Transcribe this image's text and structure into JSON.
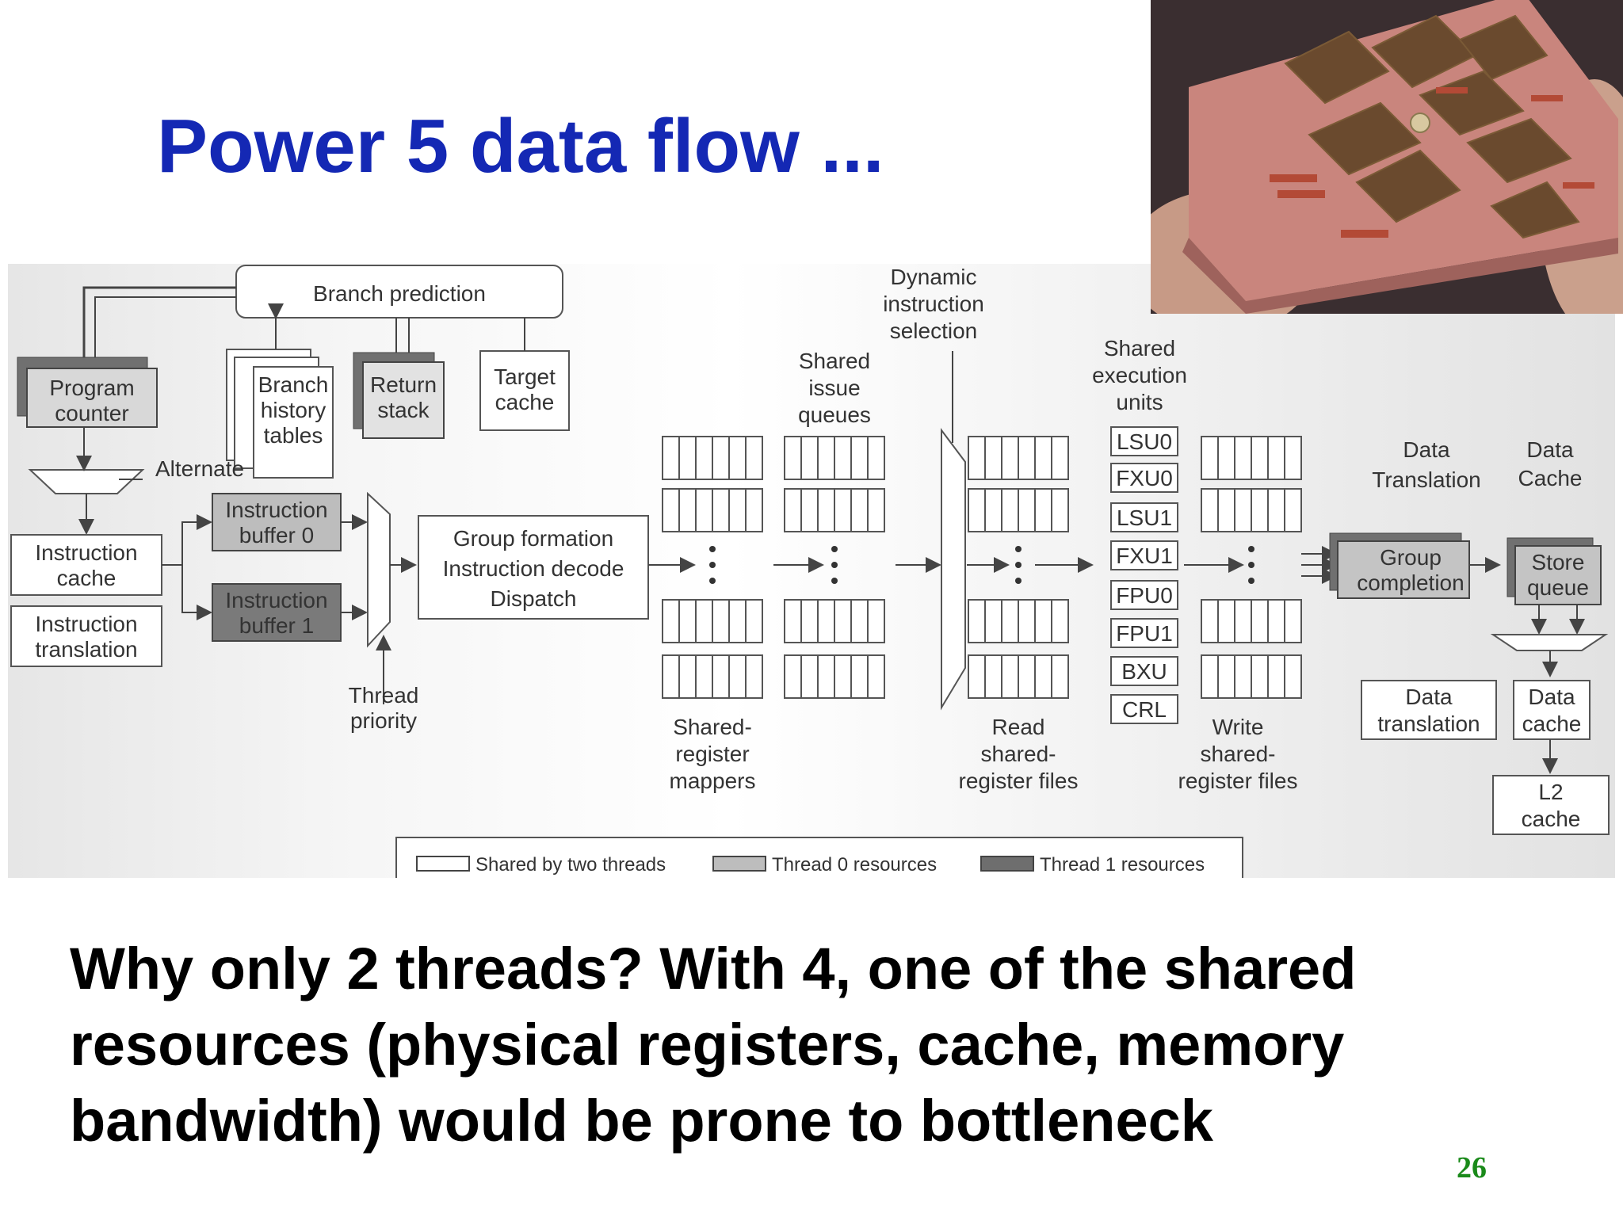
{
  "slide": {
    "title": "Power 5 data flow ...",
    "body": "Why only 2 threads? With 4, one of the shared resources (physical registers, cache, memory bandwidth) would be prone to bottleneck",
    "page_number": "26"
  },
  "diagram": {
    "branch_prediction": "Branch prediction",
    "program_counter": [
      "Program",
      "counter"
    ],
    "branch_history_tables": [
      "Branch",
      "history",
      "tables"
    ],
    "return_stack": [
      "Return",
      "stack"
    ],
    "target_cache": [
      "Target",
      "cache"
    ],
    "alternate": "Alternate",
    "instruction_cache": [
      "Instruction",
      "cache"
    ],
    "instruction_translation": [
      "Instruction",
      "translation"
    ],
    "instruction_buffer_0": [
      "Instruction",
      "buffer 0"
    ],
    "instruction_buffer_1": [
      "Instruction",
      "buffer 1"
    ],
    "thread_priority": [
      "Thread",
      "priority"
    ],
    "group_formation": [
      "Group formation",
      "Instruction decode",
      "Dispatch"
    ],
    "shared_register_mappers": [
      "Shared-",
      "register",
      "mappers"
    ],
    "shared_issue_queues": [
      "Shared",
      "issue",
      "queues"
    ],
    "dynamic_instruction_selection": [
      "Dynamic",
      "instruction",
      "selection"
    ],
    "read_shared_register_files": [
      "Read",
      "shared-",
      "register files"
    ],
    "shared_execution_units": [
      "Shared",
      "execution",
      "units"
    ],
    "execution_units": [
      "LSU0",
      "FXU0",
      "LSU1",
      "FXU1",
      "FPU0",
      "FPU1",
      "BXU",
      "CRL"
    ],
    "write_shared_register_files": [
      "Write",
      "shared-",
      "register files"
    ],
    "data_translation_header": [
      "Data",
      "Translation"
    ],
    "data_cache_header": [
      "Data",
      "Cache"
    ],
    "group_completion": [
      "Group",
      "completion"
    ],
    "store_queue": [
      "Store",
      "queue"
    ],
    "data_translation": [
      "Data",
      "translation"
    ],
    "data_cache": [
      "Data",
      "cache"
    ],
    "l2_cache": [
      "L2",
      "cache"
    ],
    "legend": [
      "Shared by two threads",
      "Thread 0 resources",
      "Thread 1 resources"
    ]
  },
  "colors": {
    "title": "#1428b4",
    "page_number": "#1a8a1a",
    "shared": "#ffffff",
    "thread0": "#bdbdbd",
    "thread1": "#7a7a7a"
  }
}
